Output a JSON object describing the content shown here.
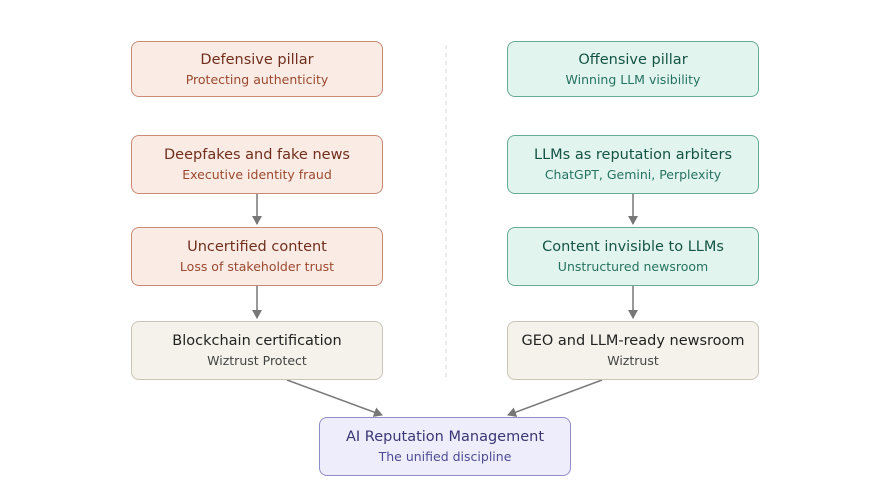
{
  "nodes": {
    "defensive": {
      "title": "Defensive pillar",
      "subtitle": "Protecting authenticity"
    },
    "deepfakes": {
      "title": "Deepfakes and fake news",
      "subtitle": "Executive identity fraud"
    },
    "uncertified": {
      "title": "Uncertified content",
      "subtitle": "Loss of stakeholder trust"
    },
    "blockchain": {
      "title": "Blockchain certification",
      "subtitle": "Wiztrust Protect"
    },
    "offensive": {
      "title": "Offensive pillar",
      "subtitle": "Winning LLM visibility"
    },
    "llms": {
      "title": "LLMs as reputation arbiters",
      "subtitle": "ChatGPT, Gemini, Perplexity"
    },
    "invisible": {
      "title": "Content invisible to LLMs",
      "subtitle": "Unstructured newsroom"
    },
    "geo": {
      "title": "GEO and LLM-ready newsroom",
      "subtitle": "Wiztrust"
    },
    "ai": {
      "title": "AI Reputation Management",
      "subtitle": "The unified discipline"
    }
  },
  "colors": {
    "defensive_fill": "#fbebe5",
    "offensive_fill": "#e2f4ee",
    "solution_fill": "#f4f2ea",
    "unified_fill": "#eeedfc",
    "arrow": "#777777",
    "divider": "#d9d9d9"
  }
}
